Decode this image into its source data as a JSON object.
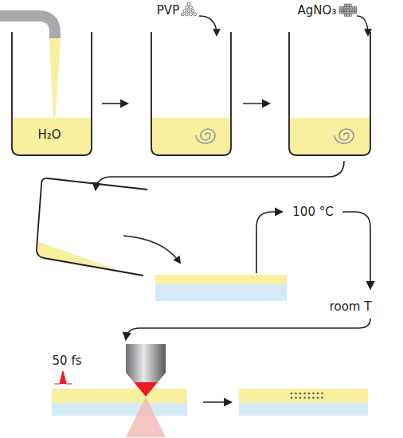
{
  "diagram": {
    "labels": [
      "H₂O",
      "PVP",
      "AgNO₃",
      "100 °C",
      "room T",
      "50 fs"
    ]
  }
}
